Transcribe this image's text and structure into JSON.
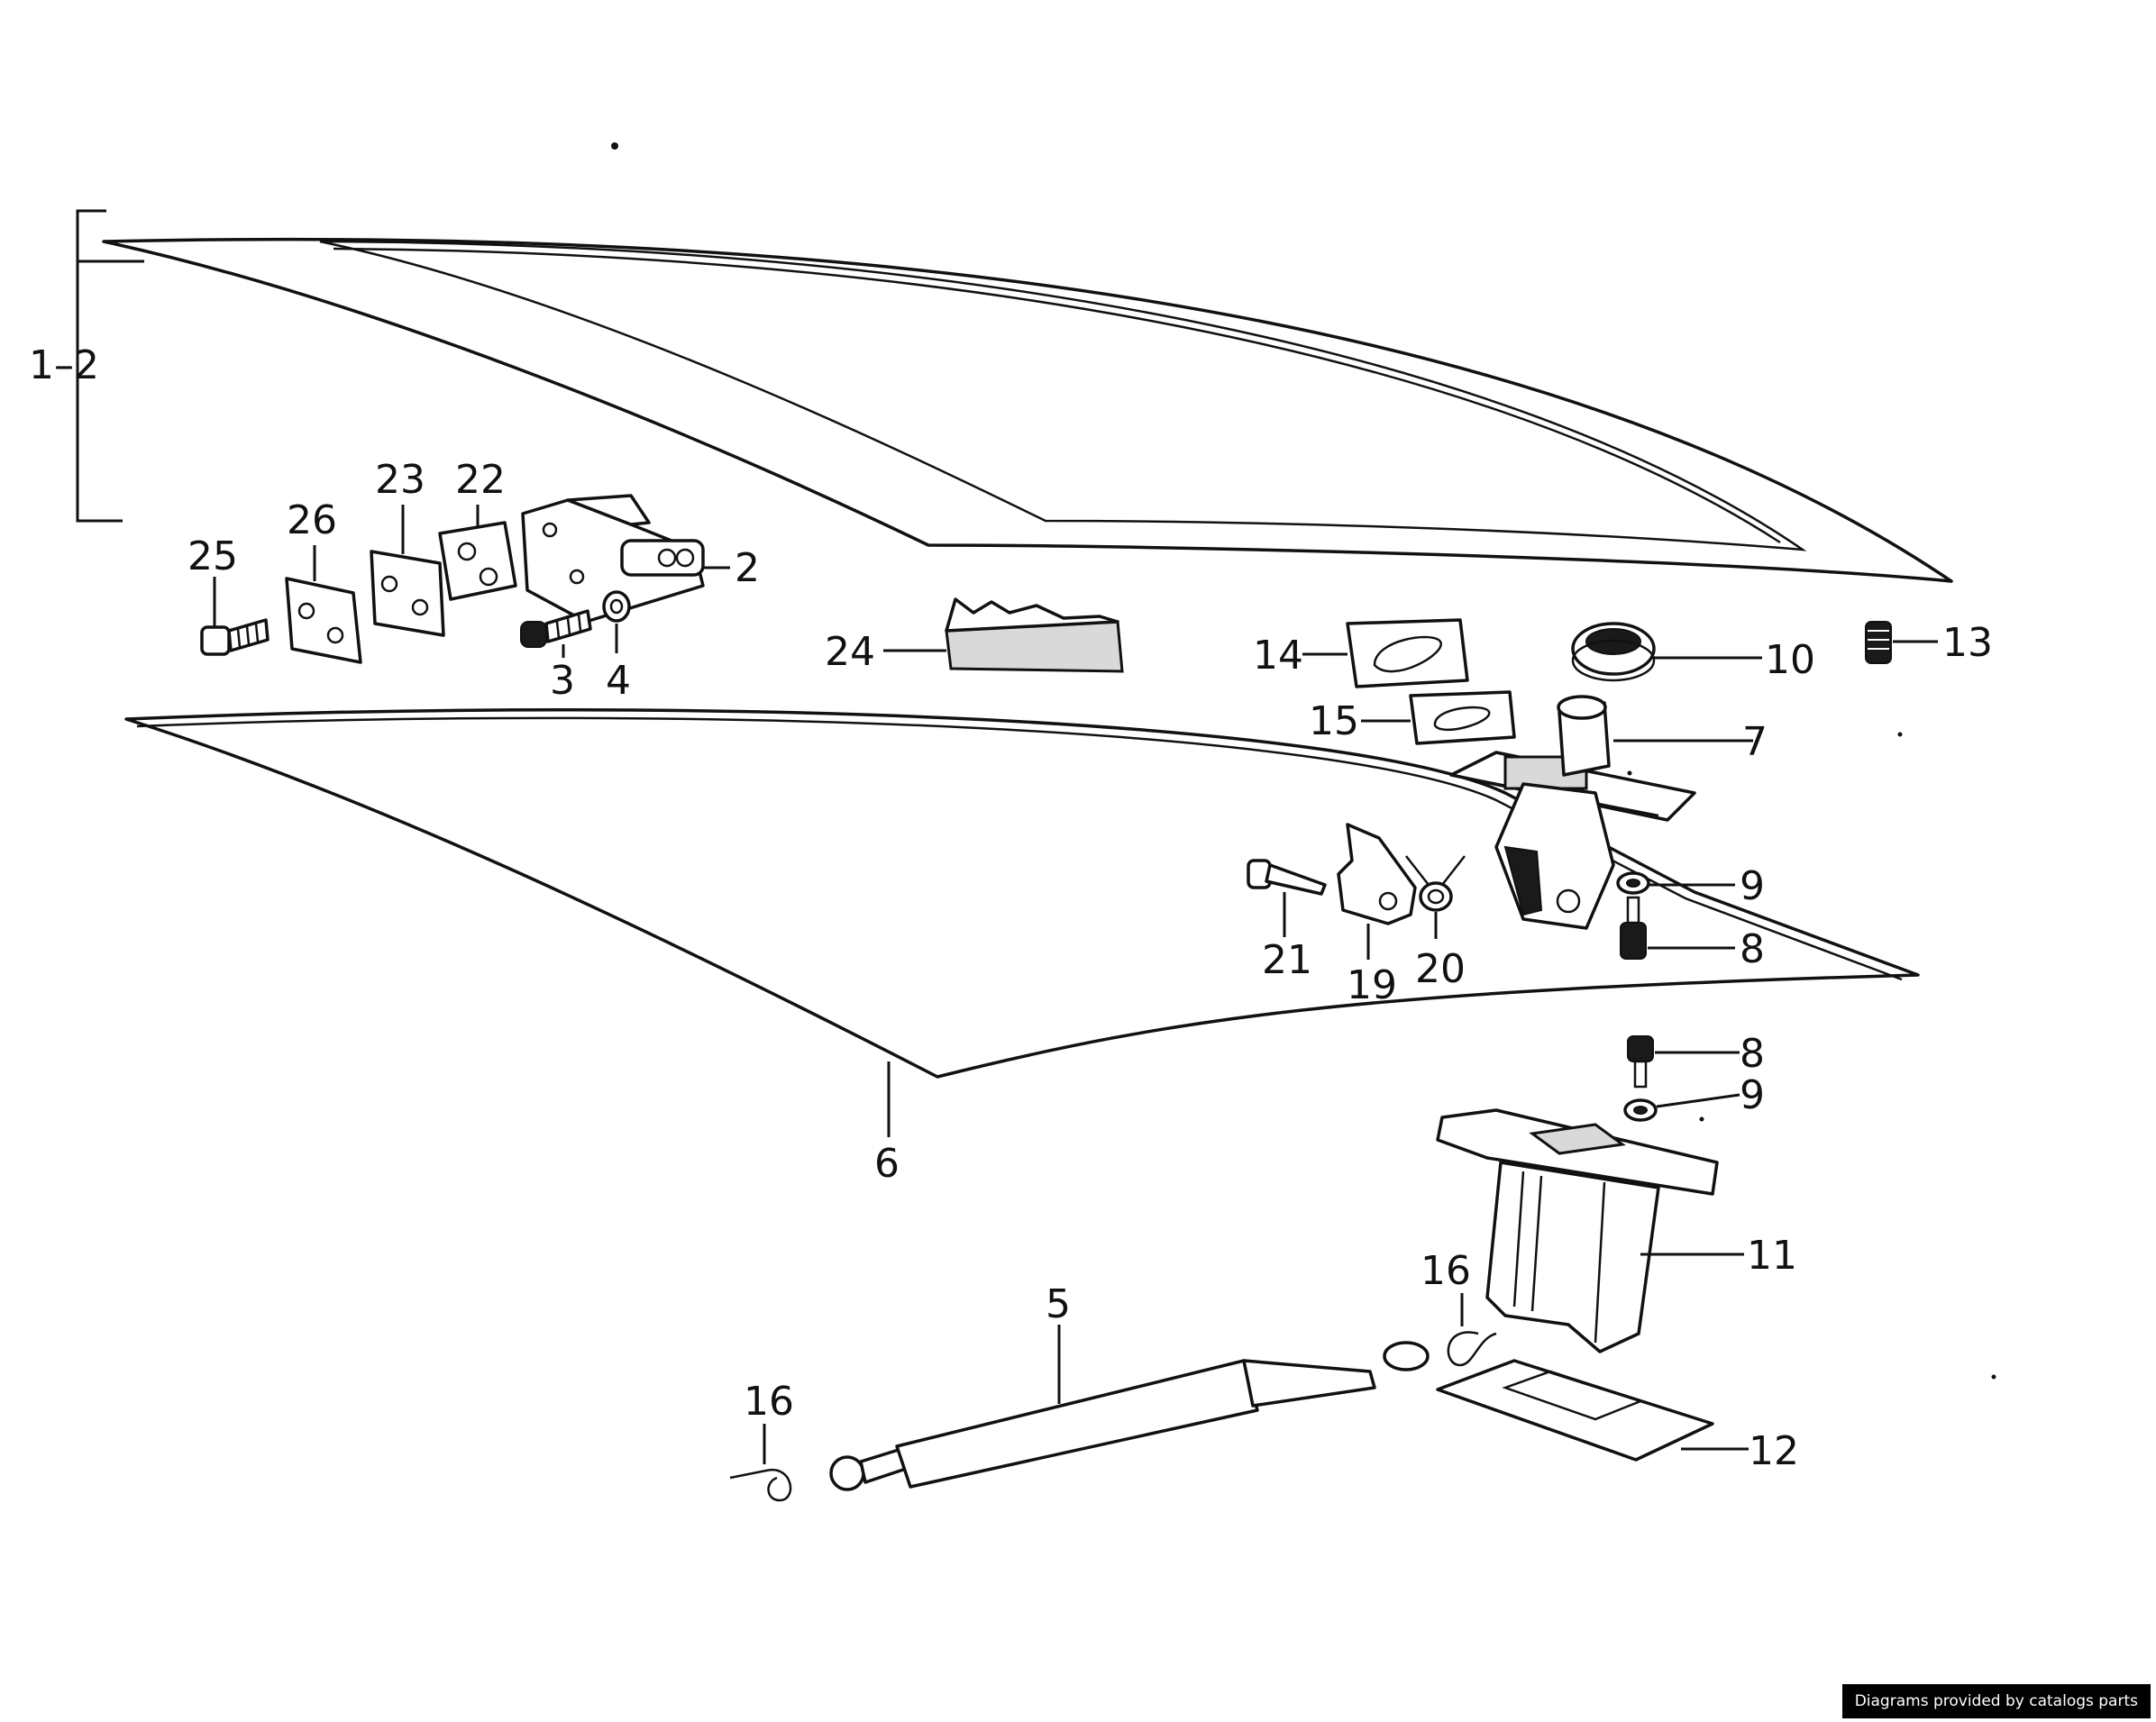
{
  "labels": {
    "l_1_2": "1–2",
    "l_2": "2",
    "l_3": "3",
    "l_4": "4",
    "l_5": "5",
    "l_6": "6",
    "l_7": "7",
    "l_8a": "8",
    "l_8b": "8",
    "l_9a": "9",
    "l_9b": "9",
    "l_10": "10",
    "l_11": "11",
    "l_12": "12",
    "l_13": "13",
    "l_14": "14",
    "l_15": "15",
    "l_16a": "16",
    "l_16b": "16",
    "l_19": "19",
    "l_20": "20",
    "l_21": "21",
    "l_22": "22",
    "l_23": "23",
    "l_24": "24",
    "l_25": "25",
    "l_26": "26"
  },
  "credit": "Diagrams provided by catalogs parts"
}
